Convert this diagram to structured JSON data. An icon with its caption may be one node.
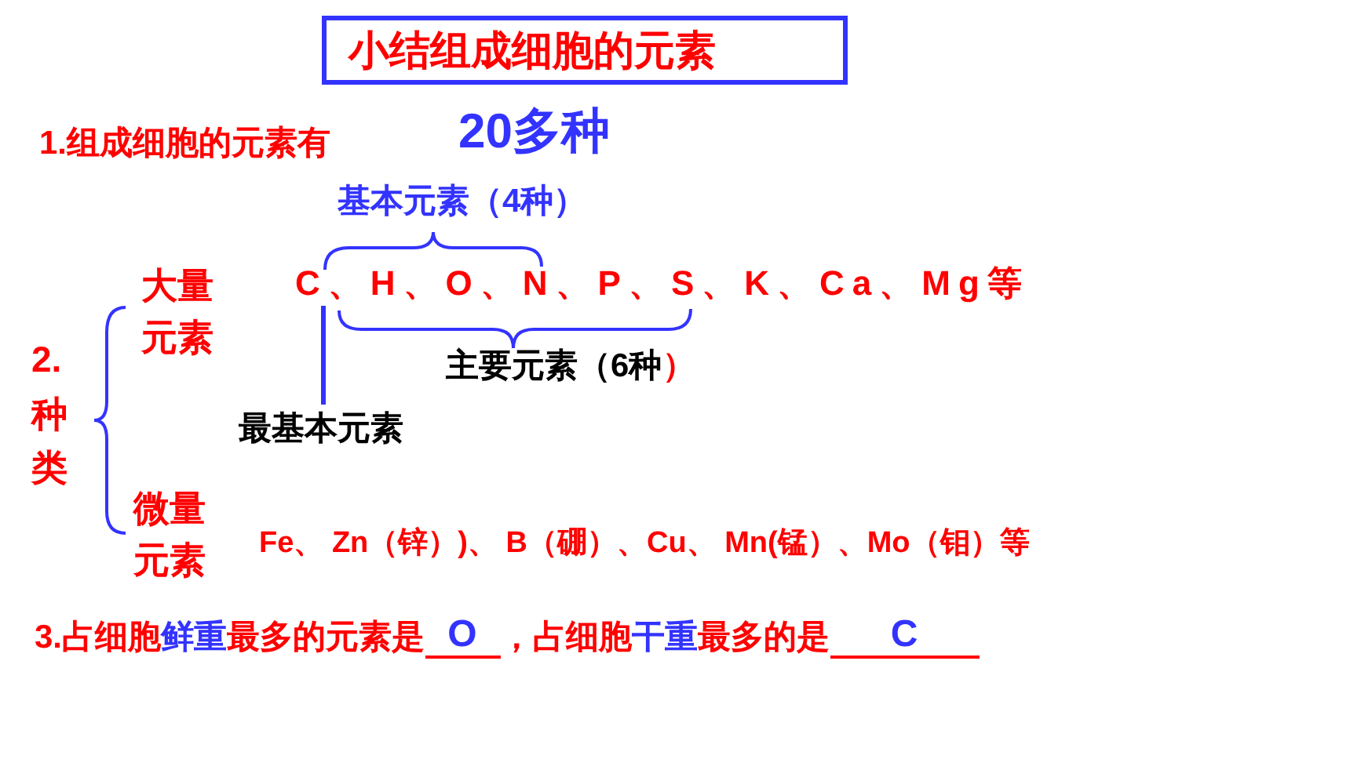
{
  "diagram": {
    "nodes": [
      {
        "text": [
          "小结组成细胞的元素"
        ]
      },
      {
        "text": [
          "C、H、O、N、P、S、K、Ca、Mg等"
        ]
      },
      {
        "text": [
          "最基本元素"
        ]
      }
    ],
    "edges": [
      {
        "from": 2,
        "to": 1,
        "arrow": "none"
      }
    ],
    "labels": [
      "1.组成细胞的元素有",
      "20多种",
      "基本元素（4种）",
      "大量元素",
      "2.种类",
      "主要元素（6种",
      "）",
      "微量元素",
      "Fe、 Zn（锌）)、 B（硼）、Cu、 Mn(锰）、Mo（钼）等",
      "3.占细胞",
      "鲜重",
      "最多的元素是",
      "O",
      "，占细胞",
      "干重",
      "最多的是",
      "C"
    ]
  }
}
